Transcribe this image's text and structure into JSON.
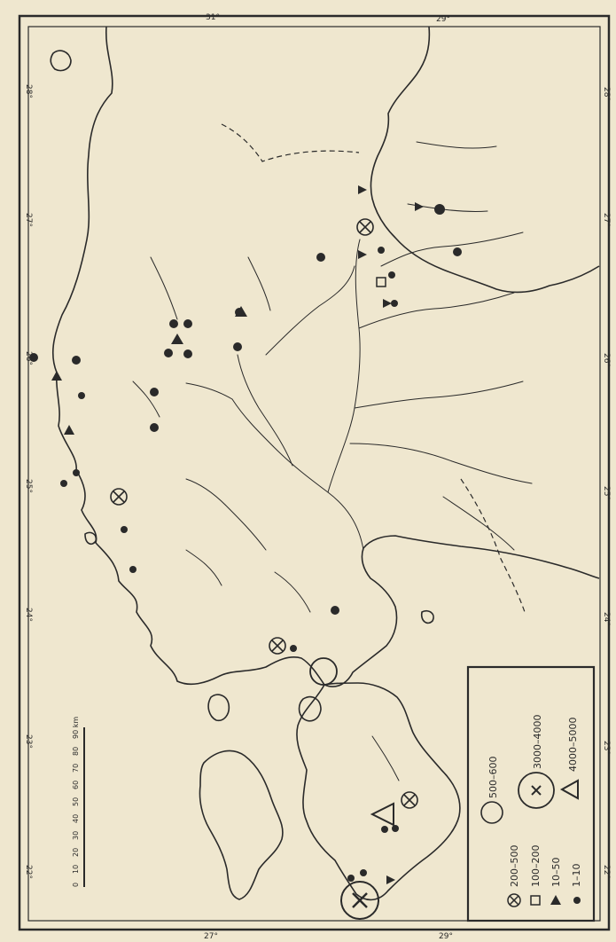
{
  "map": {
    "paper_color": "#efe7cf",
    "ink_color": "#2a2a2a",
    "graticule": {
      "top": [
        "31°",
        "29°"
      ],
      "right": [
        "28°",
        "27°",
        "26°",
        "25°",
        "24°",
        "23°",
        "22°"
      ],
      "left": [
        "28°",
        "27°",
        "26°",
        "25°",
        "24°",
        "23°",
        "22°"
      ],
      "bottom": [
        "27°",
        "29°"
      ]
    },
    "scale_bar": {
      "ticks": [
        "0",
        "10",
        "20",
        "30",
        "40",
        "50",
        "60",
        "70",
        "80",
        "90 km"
      ]
    }
  },
  "legend": {
    "items": [
      {
        "symbol": "dot-icon",
        "label": "1–10"
      },
      {
        "symbol": "triangle-icon",
        "label": "10–50"
      },
      {
        "symbol": "square-icon",
        "label": "100–200"
      },
      {
        "symbol": "circle-x-icon",
        "label": "200–500"
      },
      {
        "symbol": "open-circle-icon",
        "label": "500–600"
      },
      {
        "symbol": "big-circle-x-icon",
        "label": "3000–4000"
      },
      {
        "symbol": "big-triangle-icon",
        "label": "4000–5000"
      }
    ]
  }
}
